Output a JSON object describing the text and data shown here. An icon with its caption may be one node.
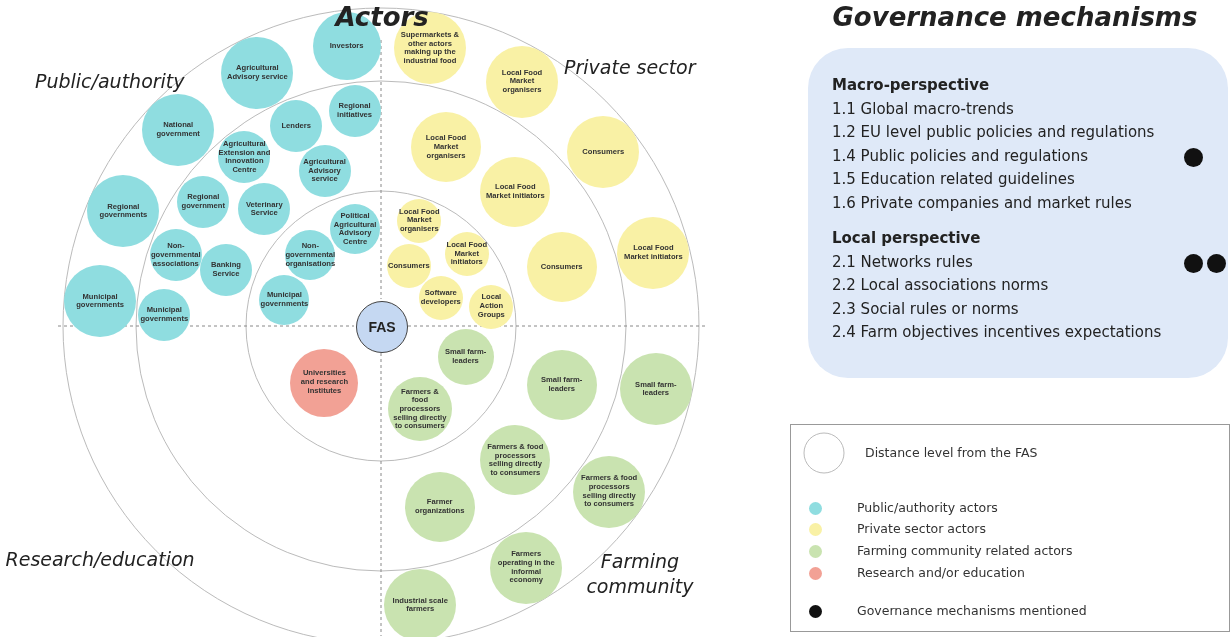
{
  "diagram": {
    "nodes": [
      {
        "text": [
          "FAS"
        ]
      },
      {
        "text": [
          "Investors"
        ]
      },
      {
        "text": [
          "Agricultural Advisory service"
        ]
      },
      {
        "text": [
          "National government"
        ]
      },
      {
        "text": [
          "Regional governments"
        ]
      },
      {
        "text": [
          "Municipal governments"
        ]
      },
      {
        "text": [
          "Regional initiatives"
        ]
      },
      {
        "text": [
          "Lenders"
        ]
      },
      {
        "text": [
          "Agricultural Extension and Innovation Centre"
        ]
      },
      {
        "text": [
          "Agricultural Advisory service"
        ]
      },
      {
        "text": [
          "Veterinary Service"
        ]
      },
      {
        "text": [
          "Regional government"
        ]
      },
      {
        "text": [
          "Non-governmental associations"
        ]
      },
      {
        "text": [
          "Banking Service"
        ]
      },
      {
        "text": [
          "Municipal governments"
        ]
      },
      {
        "text": [
          "Political Agricultural Advisory Centre"
        ]
      },
      {
        "text": [
          "Non-governmental organisations"
        ]
      },
      {
        "text": [
          "Municipal governments"
        ]
      },
      {
        "text": [
          "Supermarkets & other actors making up the industrial food"
        ]
      },
      {
        "text": [
          "Local Food Market organisers"
        ]
      },
      {
        "text": [
          "Local Food Market organisers"
        ]
      },
      {
        "text": [
          "Consumers"
        ]
      },
      {
        "text": [
          "Local Food Market initiators"
        ]
      },
      {
        "text": [
          "Local Food Market initiators"
        ]
      },
      {
        "text": [
          "Consumers"
        ]
      },
      {
        "text": [
          "Local Food Market organisers"
        ]
      },
      {
        "text": [
          "Local Food Market initiators"
        ]
      },
      {
        "text": [
          "Consumers"
        ]
      },
      {
        "text": [
          "Local Action Groups"
        ]
      },
      {
        "text": [
          "Software developers"
        ]
      },
      {
        "text": [
          "Small farm-leaders"
        ]
      },
      {
        "text": [
          "Small farm-leaders"
        ]
      },
      {
        "text": [
          "Small farm-leaders"
        ]
      },
      {
        "text": [
          "Farmers & food processors selling directly to consumers"
        ]
      },
      {
        "text": [
          "Farmers & food processors selling directly to consumers"
        ]
      },
      {
        "text": [
          "Farmers & food processors selling directly to consumers"
        ]
      },
      {
        "text": [
          "Farmer organizations"
        ]
      },
      {
        "text": [
          "Farmers operating in the informal economy"
        ]
      },
      {
        "text": [
          "Industrial scale farmers"
        ]
      },
      {
        "text": [
          "Universities and research institutes"
        ]
      },
      {
        "beside": [
          "Governance mechanisms"
        ],
        "text": [
          "Macro-perspective",
          "1.1 Global macro-trends",
          "1.2 EU level public policies and regulations",
          "1.4 Public policies and regulations",
          "1.5 Education related guidelines",
          "1.6 Private companies and market rules",
          "Local perspective",
          "2.1 Networks rules",
          "2.2 Local associations norms",
          "2.3 Social rules or norms",
          "2.4 Farm objectives incentives expectations"
        ]
      }
    ],
    "edges": [],
    "labels": [
      "Actors",
      "Public/authority",
      "Private sector",
      "Research/education",
      "Farming community"
    ],
    "legend": [
      {
        "text": "Distance level from the FAS"
      },
      {
        "text": "Public/authority actors",
        "color": "#8fdde0"
      },
      {
        "text": "Private sector actors",
        "color": "#f9f1a5"
      },
      {
        "text": "Farming community related actors",
        "color": "#c9e3b0"
      },
      {
        "text": "Research and/or education",
        "color": "#f2a195"
      },
      {
        "text": "Governance mechanisms mentioned",
        "color": "#111111"
      }
    ]
  }
}
